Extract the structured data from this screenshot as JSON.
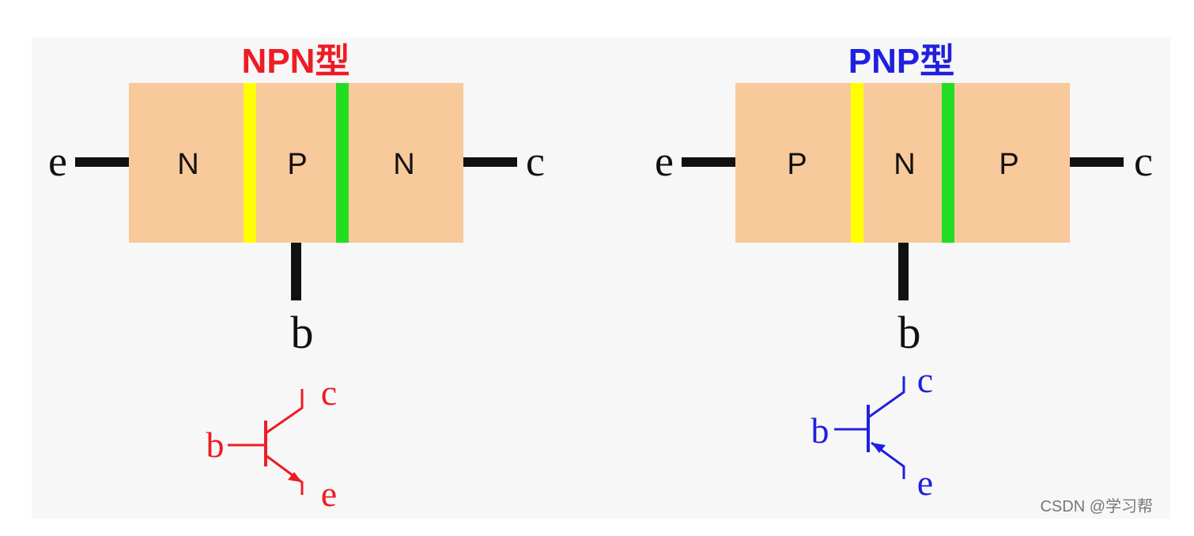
{
  "npn": {
    "title": "NPN型",
    "title_color": "#ee1c24",
    "regions": [
      "N",
      "P",
      "N"
    ],
    "junction_colors": [
      "#ffff00",
      "#22dd22"
    ],
    "terminals": {
      "left": "e",
      "right": "c",
      "bottom": "b"
    },
    "symbol": {
      "base": "b",
      "collector": "c",
      "emitter": "e",
      "color": "#ee1c24"
    }
  },
  "pnp": {
    "title": "PNP型",
    "title_color": "#2020e0",
    "regions": [
      "P",
      "N",
      "P"
    ],
    "junction_colors": [
      "#ffff00",
      "#22dd22"
    ],
    "terminals": {
      "left": "e",
      "right": "c",
      "bottom": "b"
    },
    "symbol": {
      "base": "b",
      "collector": "c",
      "emitter": "e",
      "color": "#2020e0"
    }
  },
  "body_color": "#f8c99a",
  "watermark": "CSDN @学习帮"
}
